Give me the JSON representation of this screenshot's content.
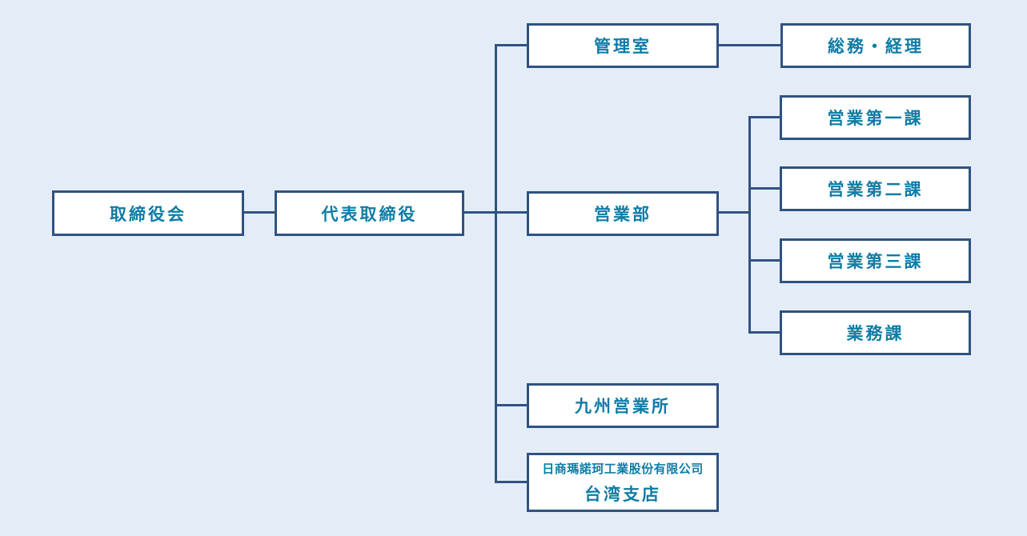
{
  "diagram": {
    "type": "org-chart",
    "colors": {
      "background": "#e4edf7",
      "node_fill": "#ffffff",
      "node_border": "#2f5381",
      "connector": "#2f5381",
      "text": "#0e7ca6"
    },
    "nodes": {
      "board": {
        "label": "取締役会"
      },
      "representative_director": {
        "label": "代表取締役"
      },
      "admin_office": {
        "label": "管理室"
      },
      "general_affairs_accounting": {
        "label": "総務・経理"
      },
      "sales_department": {
        "label": "営業部"
      },
      "sales_section_1": {
        "label": "営業第一課"
      },
      "sales_section_2": {
        "label": "営業第二課"
      },
      "sales_section_3": {
        "label": "営業第三課"
      },
      "operations_section": {
        "label": "業務課"
      },
      "kyushu_sales_office": {
        "label": "九州営業所"
      },
      "taiwan_branch": {
        "label_line1": "日商瑪諾珂工業股份有限公司",
        "label_line2": "台湾支店"
      }
    },
    "hierarchy": {
      "board": [
        "representative_director"
      ],
      "representative_director": [
        "admin_office",
        "sales_department",
        "kyushu_sales_office",
        "taiwan_branch"
      ],
      "admin_office": [
        "general_affairs_accounting"
      ],
      "sales_department": [
        "sales_section_1",
        "sales_section_2",
        "sales_section_3",
        "operations_section"
      ]
    }
  }
}
